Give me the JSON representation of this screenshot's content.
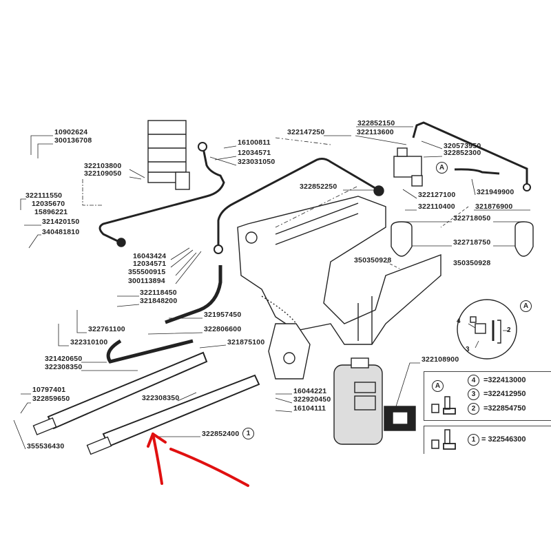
{
  "labels": {
    "l10902624": "10902624",
    "l300136708": "300136708",
    "l322111550": "322111550",
    "l12035670": "12035670",
    "l15896221": "15896221",
    "l321420150": "321420150",
    "l340481810": "340481810",
    "l322103800": "322103800",
    "l322109050": "322109050",
    "l16100811": "16100811",
    "l12034571a": "12034571",
    "l323031050": "323031050",
    "l16043424": "16043424",
    "l12034571b": "12034571",
    "l355500915": "355500915",
    "l300113894": "300113894",
    "l322118450": "322118450",
    "l321848200": "321848200",
    "l321957450": "321957450",
    "l322806600": "322806600",
    "l321875100": "321875100",
    "l322761100": "322761100",
    "l322310100": "322310100",
    "l321420650": "321420650",
    "l322308350a": "322308350",
    "l322308350b": "322308350",
    "l10797401": "10797401",
    "l322859650": "322859650",
    "l355536430": "355536430",
    "l322852400": "322852400",
    "l16044221": "16044221",
    "l322920450": "322920450",
    "l16104111": "16104111",
    "l322852150": "322852150",
    "l322147250": "322147250",
    "l322113600": "322113600",
    "l320573950": "320573950",
    "l322852300": "322852300",
    "l322852250": "322852250",
    "l322127100": "322127100",
    "l321949900": "321949900",
    "l322110400": "322110400",
    "l321876900": "321876900",
    "l322718050": "322718050",
    "l322718750": "322718750",
    "l350350928a": "350350928",
    "l350350928b": "350350928",
    "l322108900": "322108900"
  },
  "callouts": {
    "a_valve": "A",
    "one": "1",
    "detail_a": "A",
    "detail_4": "4",
    "detail_2": "2",
    "detail_3": "3"
  },
  "kit_table": {
    "box1": {
      "ref": "A",
      "rows": [
        {
          "num": "4",
          "part": "=322413000"
        },
        {
          "num": "3",
          "part": "=322412950"
        },
        {
          "num": "2",
          "part": "=322854750"
        }
      ]
    },
    "box2": {
      "rows": [
        {
          "num": "1",
          "part": "= 322546300"
        }
      ]
    }
  },
  "colors": {
    "ink": "#222222",
    "annotation_arrow": "#e01010"
  }
}
